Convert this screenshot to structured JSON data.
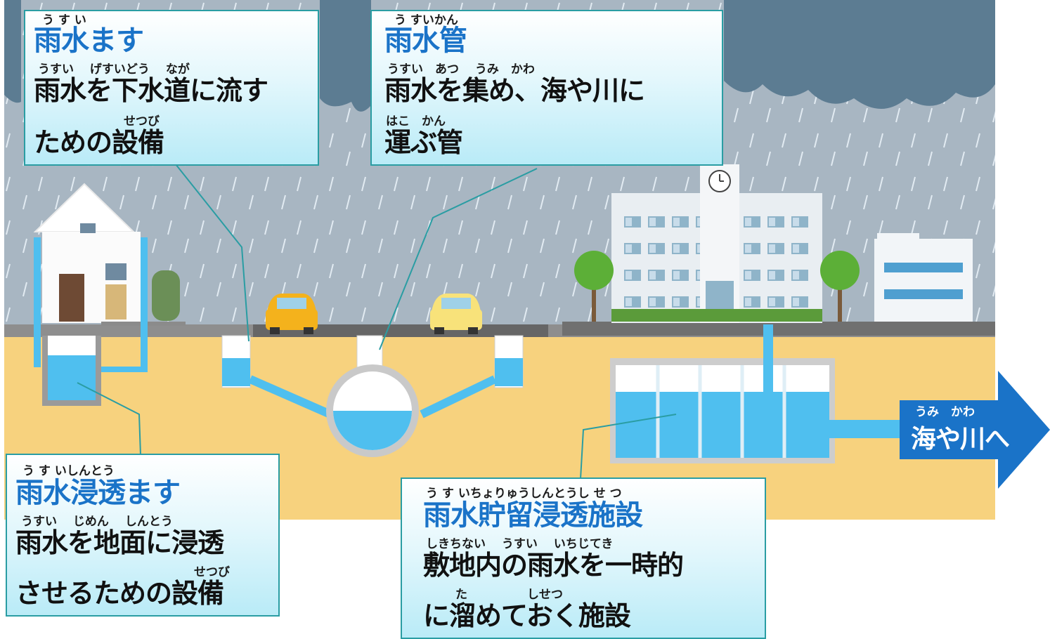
{
  "colors": {
    "sky": "#a8b6c2",
    "cloud": "#5c7c92",
    "ground": "#f7d27e",
    "road": "#6c6c6c",
    "water": "#4fbfef",
    "callout_border": "#2a9da3",
    "title_blue": "#1a73c8",
    "arrow_blue": "#1a73c8"
  },
  "callouts": {
    "rain_inlet": {
      "title_ruby": "う す い",
      "title": "雨水ます",
      "line1_ruby": "うすい　 げすいどう 　なが",
      "line1": "雨水を下水道に流す",
      "line2_ruby": "せつび",
      "line2": "ための設備"
    },
    "rain_pipe": {
      "title_ruby": "う すいかん",
      "title": "雨水管",
      "line1_ruby": "うすい　あつ　 うみ　かわ",
      "line1": "雨水を集め、海や川に",
      "line2_ruby": "はこ　かん",
      "line2": "運ぶ管"
    },
    "infiltration_inlet": {
      "title_ruby": "う す いしんとう",
      "title": "雨水浸透ます",
      "line1_ruby": "うすい　 じめん　 しんとう",
      "line1": "雨水を地面に浸透",
      "line2_ruby": "せつび",
      "line2": "させるための設備"
    },
    "storage_facility": {
      "title_ruby": "う す いちょりゅうしんとうし せ つ",
      "title": "雨水貯留浸透施設",
      "line1_ruby": "しきちない　 うすい　 いちじてき",
      "line1": "敷地内の雨水を一時的",
      "line2_ruby": "た　　　　　しせつ",
      "line2": "に溜めておく施設"
    }
  },
  "arrow": {
    "ruby": "うみ　かわ",
    "label": "海や川へ"
  }
}
